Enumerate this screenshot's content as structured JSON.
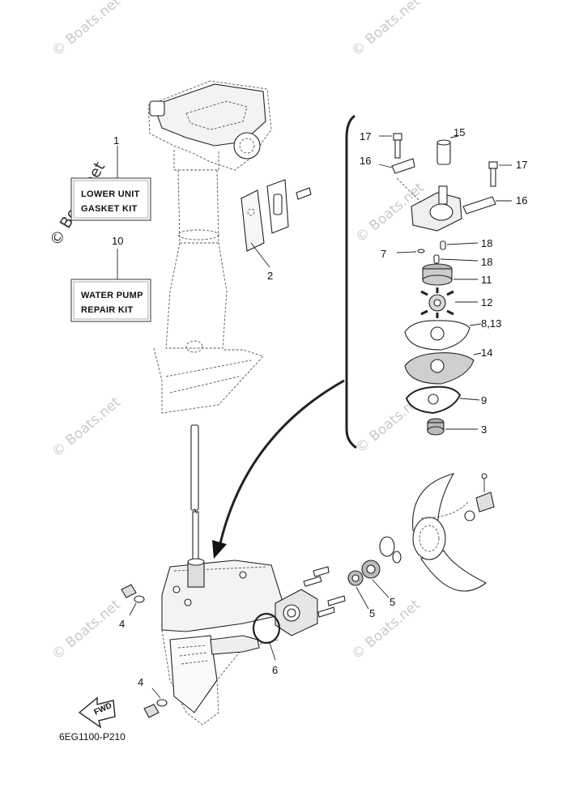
{
  "diagram_code": "6EG1100-P210",
  "watermark": "© Boats.net",
  "kits": [
    {
      "ref": "1",
      "line1": "LOWER UNIT",
      "line2": "GASKET KIT"
    },
    {
      "ref": "10",
      "line1": "WATER PUMP",
      "line2": "REPAIR KIT"
    }
  ],
  "callouts": {
    "c1": "1",
    "c10": "10",
    "c2": "2",
    "c17a": "17",
    "c15": "15",
    "c17b": "17",
    "c16a": "16",
    "c16b": "16",
    "c7": "7",
    "c18a": "18",
    "c18b": "18",
    "c11": "11",
    "c12": "12",
    "c813": "8,13",
    "c14": "14",
    "c9": "9",
    "c3": "3",
    "c4a": "4",
    "c4b": "4",
    "c5a": "5",
    "c5b": "5",
    "c6": "6"
  },
  "fwd_label": "FWD"
}
